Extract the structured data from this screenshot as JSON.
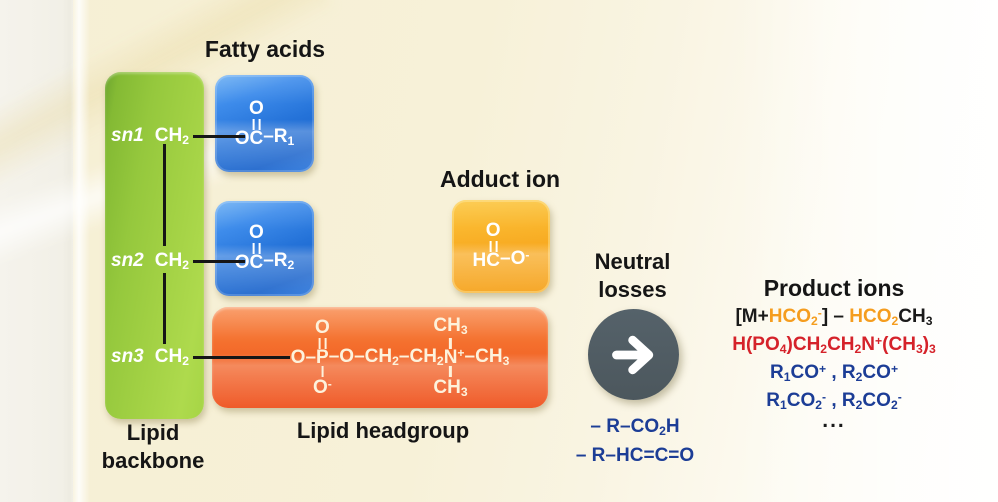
{
  "titles": {
    "fatty_acids": "Fatty acids",
    "adduct_ion": "Adduct ion",
    "neutral_losses_line1": "Neutral",
    "neutral_losses_line2": "losses",
    "product_ions": "Product ions",
    "lipid_backbone_line1": "Lipid",
    "lipid_backbone_line2": "backbone",
    "lipid_headgroup": "Lipid headgroup"
  },
  "backbone": {
    "rows": [
      {
        "sn": "sn1",
        "group": "CH_2"
      },
      {
        "sn": "sn2",
        "group": "CH_2"
      },
      {
        "sn": "sn3",
        "group": "CH_2"
      }
    ]
  },
  "fatty_acid_boxes": [
    {
      "carbonyl_o": "O",
      "prefix": "O",
      "carbon": "C",
      "suffix": "–R_1"
    },
    {
      "carbonyl_o": "O",
      "prefix": "O",
      "carbon": "C",
      "suffix": "–R_2"
    }
  ],
  "adduct_box": {
    "carbonyl_o": "O",
    "prefix": "H",
    "carbon": "C",
    "suffix": "–O^-"
  },
  "headgroup": {
    "prefix": "O–",
    "phosphorus": "P",
    "p_above": "O",
    "p_below": "O^-",
    "mid": "–O–CH_2–CH_2",
    "nitrogen": "N",
    "n_above": "CH_3",
    "n_below": "CH_3",
    "suffix": "^+–CH_3"
  },
  "neutral_losses": {
    "line1": "– R–CO_2H",
    "line2": "– R–HC=C=O"
  },
  "product_ions": {
    "line1_segments": [
      {
        "text": "[M+",
        "color": "#1a1a1a"
      },
      {
        "text": "HCO_2^-",
        "color": "#f59d1e"
      },
      {
        "text": "] – ",
        "color": "#1a1a1a"
      },
      {
        "text": "HCO_2",
        "color": "#f59d1e"
      },
      {
        "text": "CH_3",
        "color": "#1a1a1a"
      }
    ],
    "line2": "H(PO_4)CH_2CH_2N^+(CH_3)_3",
    "line3": "R_1CO^+ , R_2CO^+",
    "line4": "R_1CO_2^- , R_2CO_2^-",
    "ellipsis": "..."
  },
  "colors": {
    "backbone-green": "#95c83d",
    "fatty-blue": "#2472d8",
    "adduct-orange": "#f8ab22",
    "headgroup-orange": "#f05a20",
    "arrow-gray": "#4c575d",
    "loss-blue": "#1c3d96",
    "ion-red": "#d5222a",
    "ion-orange": "#f59d1e",
    "heading-black": "#151515",
    "bg-cream": "#f7f1d8"
  }
}
